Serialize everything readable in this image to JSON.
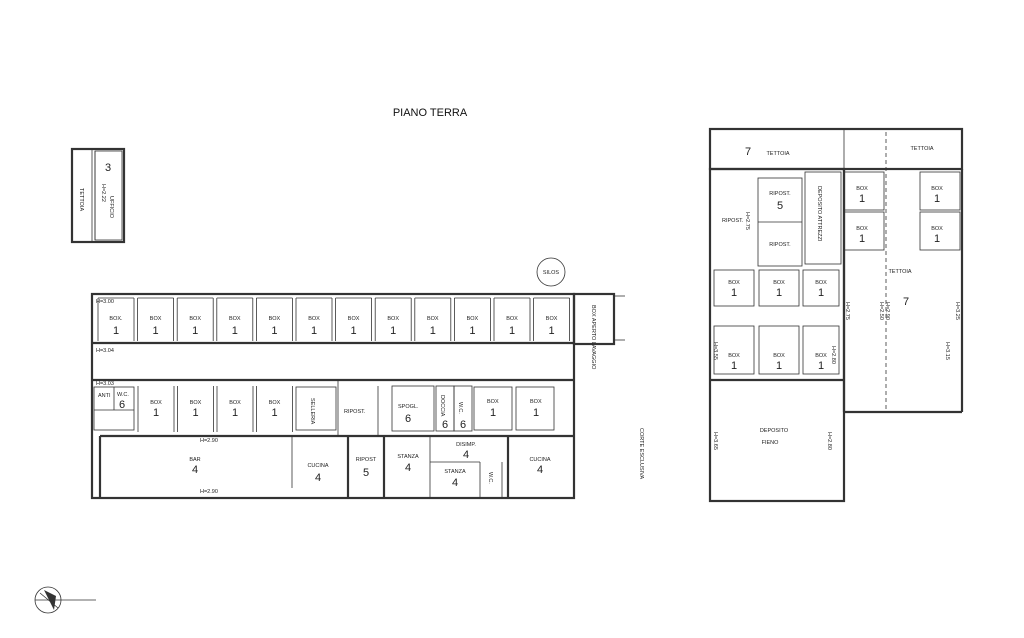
{
  "title": "PIANO TERRA",
  "annex": {
    "number": "3",
    "room": "UFFICIO",
    "height": "H=2.22",
    "side": "TETTOIA"
  },
  "silos": "SILOS",
  "box_wash": "BOX APERTO LAVAGGIO",
  "corte": "CORTE ESCLUSIVA",
  "main_heights": {
    "h1": "H=3.00",
    "h2": "H=3.04",
    "h3": "H=3.03",
    "h4": "H=2.90",
    "h5": "H=2.90"
  },
  "top_row": {
    "label": "BOX",
    "number": "1",
    "count": 12,
    "first_label": "BOX."
  },
  "mid_row_left": {
    "label": "BOX",
    "number": "1",
    "count": 4
  },
  "rooms": {
    "anti": "ANTI",
    "wc": "W.C.",
    "wc_num": "6",
    "selleria": "SELLERIA",
    "ripost": "RIPOST.",
    "spogl": "SPOGL.",
    "spogl_num": "6",
    "doccia": "DOCCIA",
    "doccia_num": "6",
    "wc2": "W.C.",
    "wc2_num": "6",
    "box_r1": "BOX",
    "box_r1_num": "1",
    "box_r2": "BOX",
    "box_r2_num": "1",
    "bar": "BAR",
    "bar_num": "4",
    "cucina1": "CUCINA",
    "cucina1_num": "4",
    "ripost2": "RIPOST",
    "ripost2_num": "5",
    "stanza1": "STANZA",
    "stanza1_num": "4",
    "disimp": "DISIMP.",
    "disimp_num": "4",
    "stanza2": "STANZA",
    "stanza2_num": "4",
    "wc3": "W.C.",
    "cucina2": "CUCINA",
    "cucina2_num": "4"
  },
  "right": {
    "tettoia_top_num": "7",
    "tettoia_top": "TETTOIA",
    "tettoia_right": "TETTOIA",
    "ripost_a": "RIPOST.",
    "ripost_b": "RIPOST.",
    "ripost_b_num": "5",
    "ripost_c": "RIPOST.",
    "deposito_attrezzi": "DEPOSITO ATTREZZI",
    "h_ripost": "H=2.75",
    "box": "BOX",
    "box_num": "1",
    "tettoia_mid": "TETTOIA",
    "tettoia_mid_num": "7",
    "h_a": "H=2.75",
    "h_b": "H=2.90",
    "h_c": "H=2.50",
    "h_d": "H=3.25",
    "h_e": "H=3.15",
    "h_f": "H=3.55",
    "h_g": "H=2.80",
    "deposito": "DEPOSITO",
    "fieno": "FIENO",
    "h_h": "H=3.65",
    "h_i": "H=2.80"
  }
}
